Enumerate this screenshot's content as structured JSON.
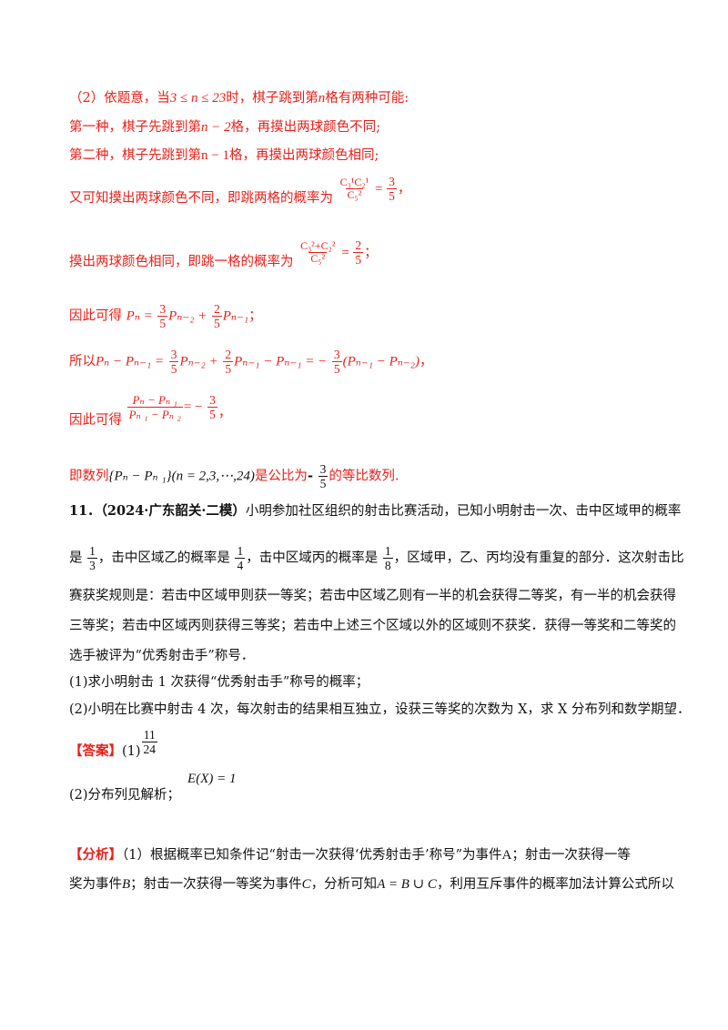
{
  "part2": {
    "intro_a": "（2）依题意，当",
    "intro_cond": "3 ≤ n ≤ 23",
    "intro_b": "时，棋子跳到第",
    "intro_n": "n",
    "intro_c": "格有两种可能:",
    "case1_a": "第一种，棋子先跳到第",
    "case1_expr": "n − 2",
    "case1_b": "格，再摸出两球颜色不同;",
    "case2_a": "第二种，棋子先跳到第",
    "case2_expr": "n − 1",
    "case2_b": "格，再摸出两球颜色相同;",
    "p_diff_text": "又可知摸出两球颜色不同，即跳两格的概率为",
    "p_diff_num": "C₃¹C₂¹",
    "p_diff_den": "C₅²",
    "p_diff_val_num": "3",
    "p_diff_val_den": "5",
    "p_diff_end": "，",
    "p_same_text": "摸出两球颜色相同，即跳一格的概率为",
    "p_same_num": "C₃²+C₂²",
    "p_same_den": "C₅²",
    "p_same_val_num": "2",
    "p_same_val_den": "5",
    "p_same_end": "；",
    "rec_text": "因此可得",
    "rec_lhs": "Pₙ =",
    "rec_f1_num": "3",
    "rec_f1_den": "5",
    "rec_t1": "Pₙ₋₂ +",
    "rec_f2_num": "2",
    "rec_f2_den": "5",
    "rec_t2": "Pₙ₋₁",
    "rec_end": "；",
    "so_text": "所以",
    "so_lhs": "Pₙ − Pₙ₋₁ =",
    "so_f1_num": "3",
    "so_f1_den": "5",
    "so_t1": "Pₙ₋₂ +",
    "so_f2_num": "2",
    "so_f2_den": "5",
    "so_t2": "Pₙ₋₁ − Pₙ₋₁ = −",
    "so_f3_num": "3",
    "so_f3_den": "5",
    "so_t3": "(Pₙ₋₁ − Pₙ₋₂)",
    "so_end": "，",
    "ratio_text": "因此可得",
    "ratio_num": "Pₙ − Pₙ ₁",
    "ratio_den": "Pₙ ₁ − Pₙ ₂",
    "ratio_eq": "= −",
    "ratio_val_num": "3",
    "ratio_val_den": "5",
    "ratio_end": "，",
    "concl_a": "即数列",
    "concl_seq": "{Pₙ − Pₙ ₁}(n = 2,3,⋯,24)",
    "concl_b": "是公比为",
    "concl_minus": "-",
    "concl_f_num": "3",
    "concl_f_den": "5",
    "concl_c": "的等比数列."
  },
  "q11": {
    "number": "11．",
    "source": "（2024·广东韶关·二模）",
    "l1": "小明参加社区组织的射击比赛活动，已知小明射击一次、击中区域甲的概率",
    "l2_a": "是",
    "l2_f1_num": "1",
    "l2_f1_den": "3",
    "l2_b": "，击中区域乙的概率是",
    "l2_f2_num": "1",
    "l2_f2_den": "4",
    "l2_c": "，击中区域丙的概率是",
    "l2_f3_num": "1",
    "l2_f3_den": "8",
    "l2_d": "，区域甲，乙、丙均没有重复的部分．这次射击比",
    "l3": "赛获奖规则是：若击中区域甲则获一等奖；若击中区域乙则有一半的机会获得二等奖，有一半的机会获得",
    "l4": "三等奖；若击中区域丙则获得三等奖；若击中上述三个区域以外的区域则不获奖．获得一等奖和二等奖的",
    "l5": "选手被评为“优秀射击手”称号．",
    "q1": "(1)求小明射击 1 次获得“优秀射击手”称号的概率；",
    "q2": "(2)小明在比赛中射击 4 次，每次射击的结果相互独立，设获三等奖的次数为 X，求 X 分布列和数学期望．"
  },
  "answer": {
    "label": "【答案】",
    "a1": "(1)",
    "a1_num": "11",
    "a1_den": "24",
    "a2": "(2)分布列见解析；",
    "a2_expr": "E(X) = 1"
  },
  "analysis": {
    "label": "【分析】",
    "l1": "（1）根据概率已知条件记“射击一次获得‘优秀射击手’称号”为事件",
    "l1_A": "A",
    "l1_b": "；射击一次获得一等",
    "l2_a": "奖为事件",
    "l2_B": "B",
    "l2_b": "；射击一次获得一等奖为事件",
    "l2_C": "C",
    "l2_c": "，分析可知",
    "l2_expr": "A = B ∪ C",
    "l2_d": "，利用互斥事件的概率加法计算公式所以"
  }
}
